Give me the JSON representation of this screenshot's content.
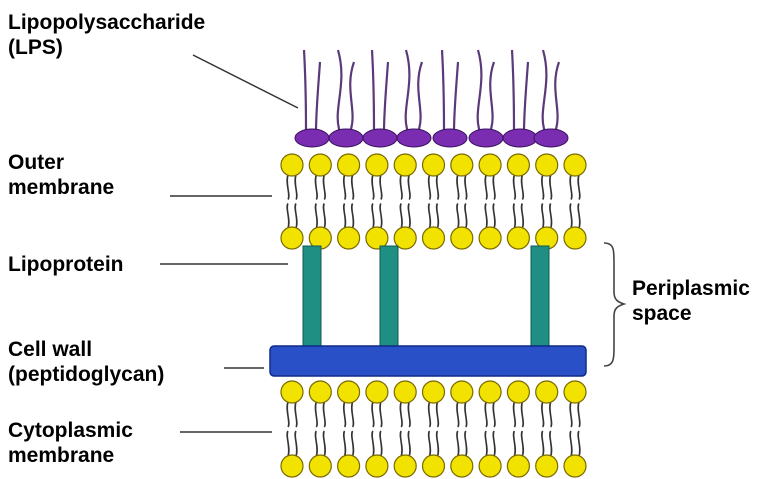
{
  "labels": {
    "lps_line1": "Lipopolysaccharide",
    "lps_line2": "(LPS)",
    "outer_line1": "Outer",
    "outer_line2": "membrane",
    "lipoprotein": "Lipoprotein",
    "cellwall_line1": "Cell wall",
    "cellwall_line2": "(peptidoglycan)",
    "cyto_line1": "Cytoplasmic",
    "cyto_line2": "membrane",
    "peri_line1": "Periplasmic",
    "peri_line2": "space"
  },
  "colors": {
    "lipid_head": "#f2e200",
    "lipid_outline": "#7a6a00",
    "lps_head": "#7a2db0",
    "lps_chain": "#5a3a78",
    "lipoprotein": "#1f8f84",
    "cell_wall": "#2a50c8",
    "tail": "#333333",
    "leader": "#333333"
  },
  "icons": {
    "lipid": "phospholipid-head-circle",
    "lps": "lps-purple-ellipse"
  }
}
